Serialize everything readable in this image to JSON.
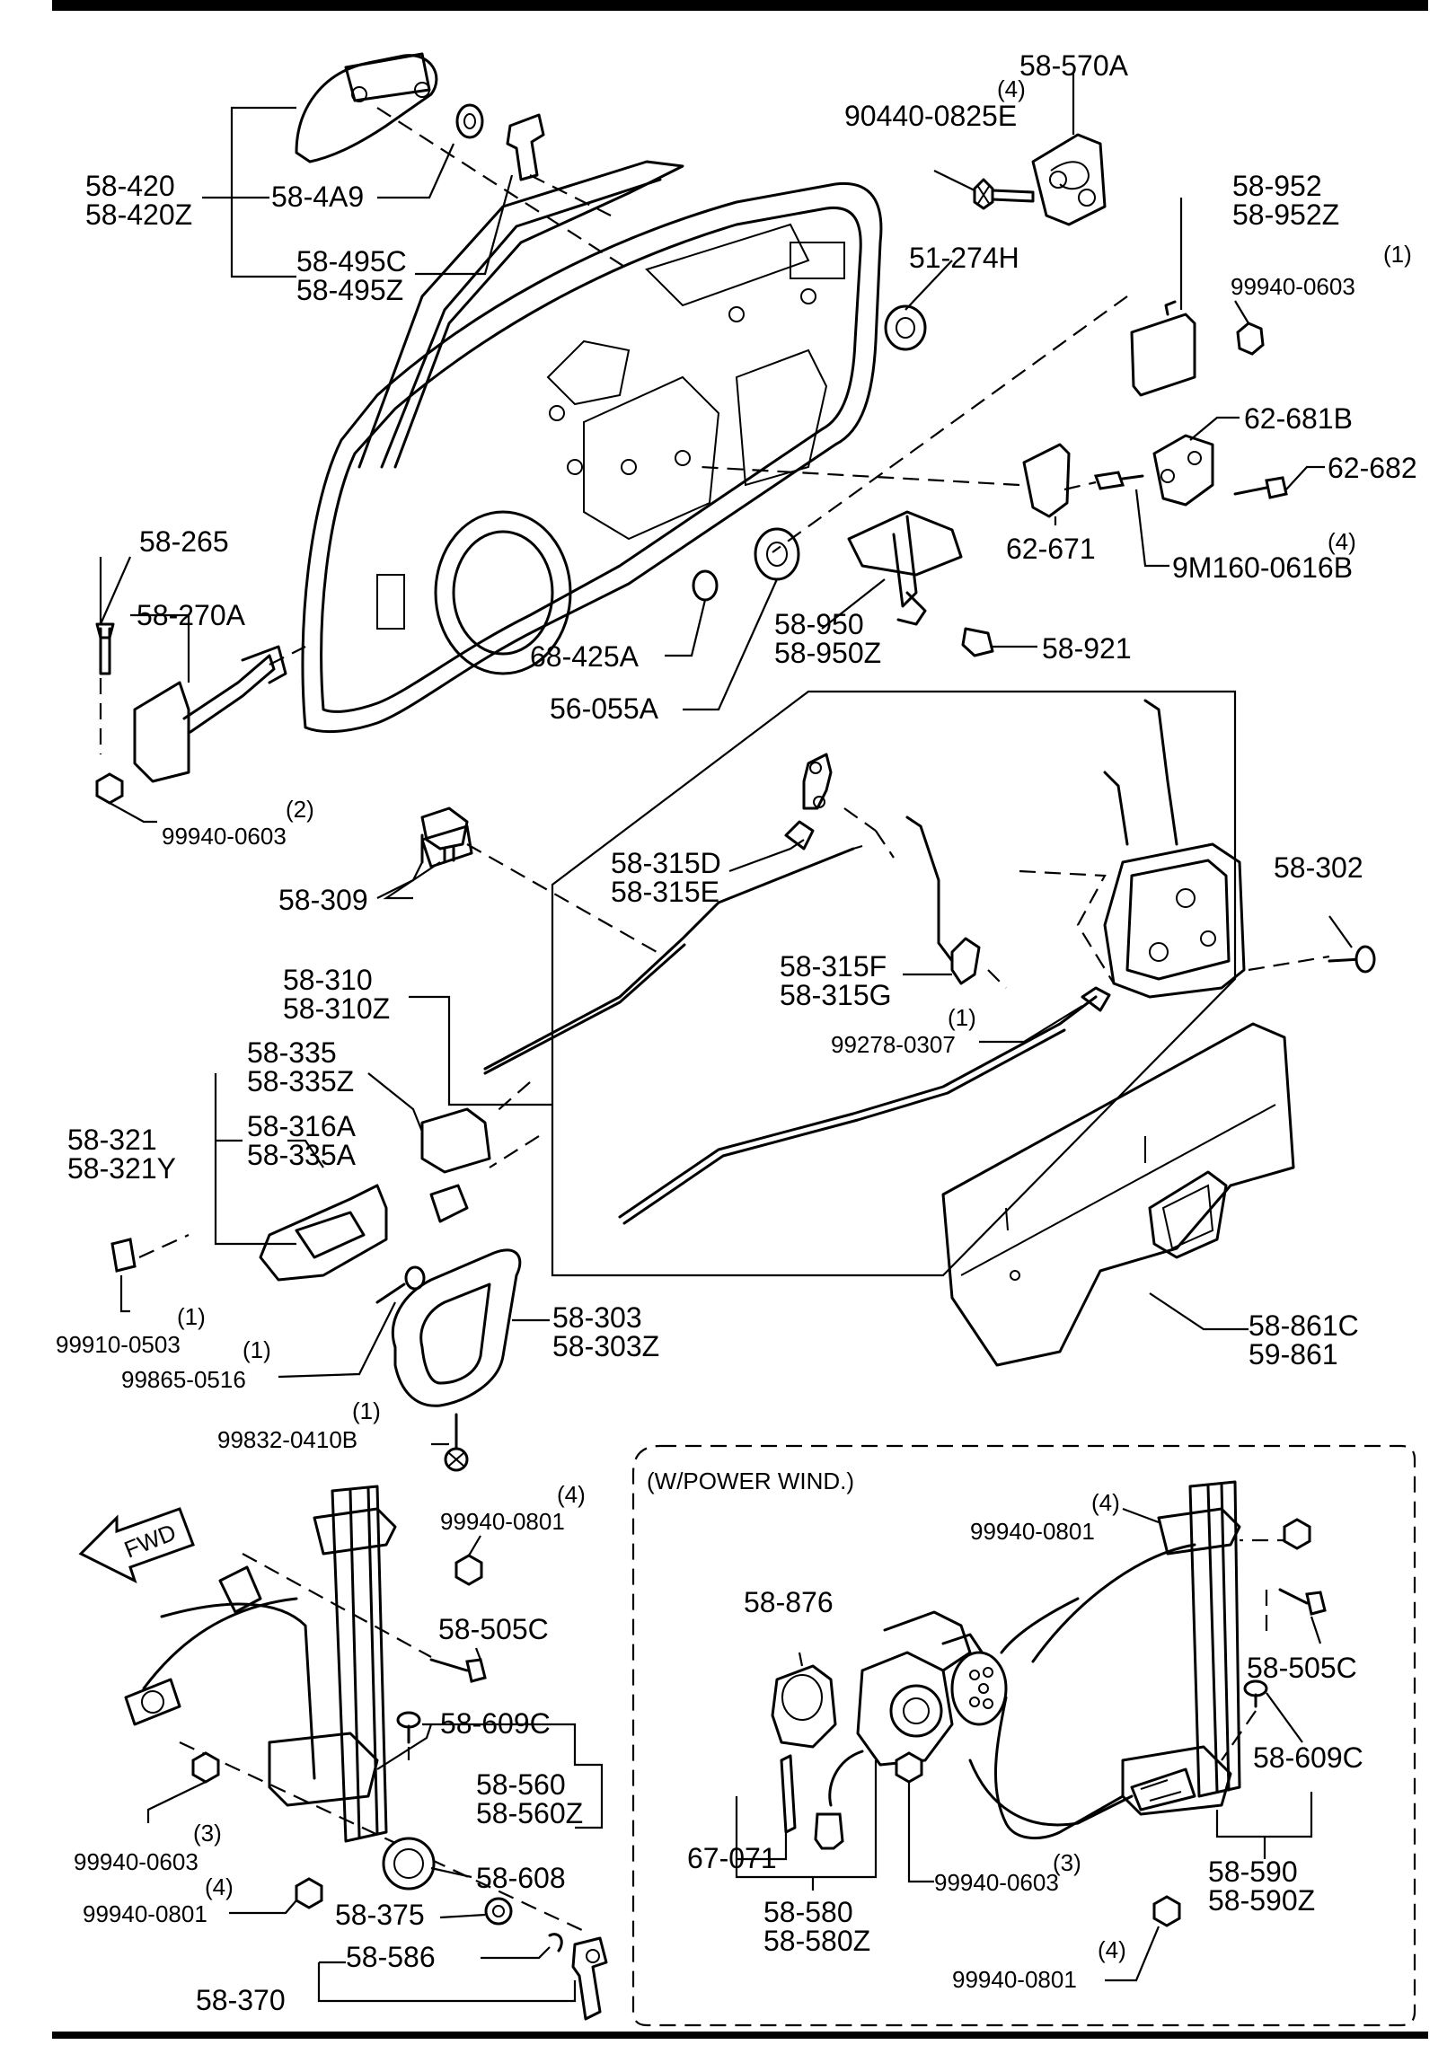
{
  "labels": {
    "p58_420": "58-420",
    "p58_420z": "58-420Z",
    "p58_4a9": "58-4A9",
    "p58_495c": "58-495C",
    "p58_495z": "58-495Z",
    "q90440": "(4)",
    "p90440": "90440-0825E",
    "p58_570a": "58-570A",
    "p51_274h": "51-274H",
    "p58_952": "58-952",
    "p58_952z": "58-952Z",
    "q99940_603a": "(1)",
    "p99940_603a": "99940-0603",
    "p62_681b": "62-681B",
    "p62_682": "62-682",
    "p62_671": "62-671",
    "q9m160": "(4)",
    "p9m160": "9M160-0616B",
    "p58_265": "58-265",
    "p58_270a": "58-270A",
    "p68_425a": "68-425A",
    "p56_055a": "56-055A",
    "p58_950": "58-950",
    "p58_950z": "58-950Z",
    "p58_921": "58-921",
    "q99940_603b": "(2)",
    "p99940_603b": "99940-0603",
    "p58_309": "58-309",
    "p58_315d": "58-315D",
    "p58_315e": "58-315E",
    "p58_302": "58-302",
    "p58_310": "58-310",
    "p58_310z": "58-310Z",
    "p58_315f": "58-315F",
    "p58_315g": "58-315G",
    "q99278": "(1)",
    "p99278": "99278-0307",
    "p58_335": "58-335",
    "p58_335z": "58-335Z",
    "p58_321": "58-321",
    "p58_321y": "58-321Y",
    "p58_316a": "58-316A",
    "p58_335a": "58-335A",
    "q99910": "(1)",
    "p99910": "99910-0503",
    "q99865": "(1)",
    "p99865": "99865-0516",
    "p58_303": "58-303",
    "p58_303z": "58-303Z",
    "q99832": "(1)",
    "p99832": "99832-0410B",
    "p58_861c": "58-861C",
    "p59_861": "59-861",
    "fwd": "FWD",
    "q99940_801a": "(4)",
    "p99940_801a": "99940-0801",
    "p58_505c_a": "58-505C",
    "p58_609c_a": "58-609C",
    "p58_560": "58-560",
    "p58_560z": "58-560Z",
    "q99940_603c": "(3)",
    "p99940_603c": "99940-0603",
    "p58_608": "58-608",
    "q99940_801b": "(4)",
    "p99940_801b": "99940-0801",
    "p58_375": "58-375",
    "p58_586": "58-586",
    "p58_370": "58-370",
    "power_title": "(W/POWER WIND.)",
    "q99940_801c": "(4)",
    "p99940_801c": "99940-0801",
    "p58_876": "58-876",
    "p58_505c_b": "58-505C",
    "p58_609c_b": "58-609C",
    "p67_071": "67-071",
    "q99940_603d": "(3)",
    "p99940_603d": "99940-0603",
    "p58_590": "58-590",
    "p58_590z": "58-590Z",
    "p58_580": "58-580",
    "p58_580z": "58-580Z",
    "q99940_801d": "(4)",
    "p99940_801d": "99940-0801"
  }
}
